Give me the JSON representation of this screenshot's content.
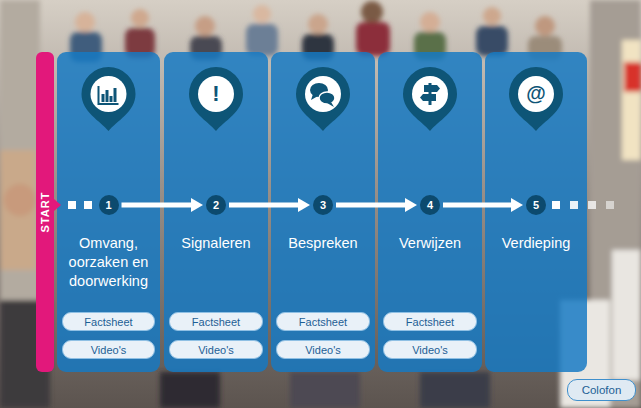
{
  "diagram": {
    "nodes": [
      {
        "text": [
          "START"
        ]
      },
      {
        "text": [
          "Omvang, oorzaken en doorwerking"
        ]
      },
      {
        "text": [
          "1"
        ],
        "in": 1
      },
      {
        "text": [
          "Factsheet"
        ],
        "in": 1
      },
      {
        "text": [
          "Video's"
        ],
        "in": 1
      },
      {
        "text": [
          "Signaleren"
        ]
      },
      {
        "text": [
          "2"
        ],
        "in": 5
      },
      {
        "text": [
          "Factsheet"
        ],
        "in": 5
      },
      {
        "text": [
          "Video's"
        ],
        "in": 5
      },
      {
        "text": [
          "Bespreken"
        ]
      },
      {
        "text": [
          "3"
        ],
        "in": 9
      },
      {
        "text": [
          "Factsheet"
        ],
        "in": 9
      },
      {
        "text": [
          "Video's"
        ],
        "in": 9
      },
      {
        "text": [
          "Verwijzen"
        ]
      },
      {
        "text": [
          "4"
        ],
        "in": 13
      },
      {
        "text": [
          "Factsheet"
        ],
        "in": 13
      },
      {
        "text": [
          "Video's"
        ],
        "in": 13
      },
      {
        "text": [
          "Verdieping"
        ]
      },
      {
        "text": [
          "5"
        ],
        "in": 17
      },
      {
        "text": [
          "Colofon"
        ]
      }
    ],
    "edges": [
      {
        "from": 2,
        "to": 6,
        "arrow": "to"
      },
      {
        "from": 6,
        "to": 10,
        "arrow": "to"
      },
      {
        "from": 10,
        "to": 14,
        "arrow": "to"
      },
      {
        "from": 14,
        "to": 18,
        "arrow": "to"
      }
    ],
    "labels": [
      "!",
      "@"
    ]
  }
}
